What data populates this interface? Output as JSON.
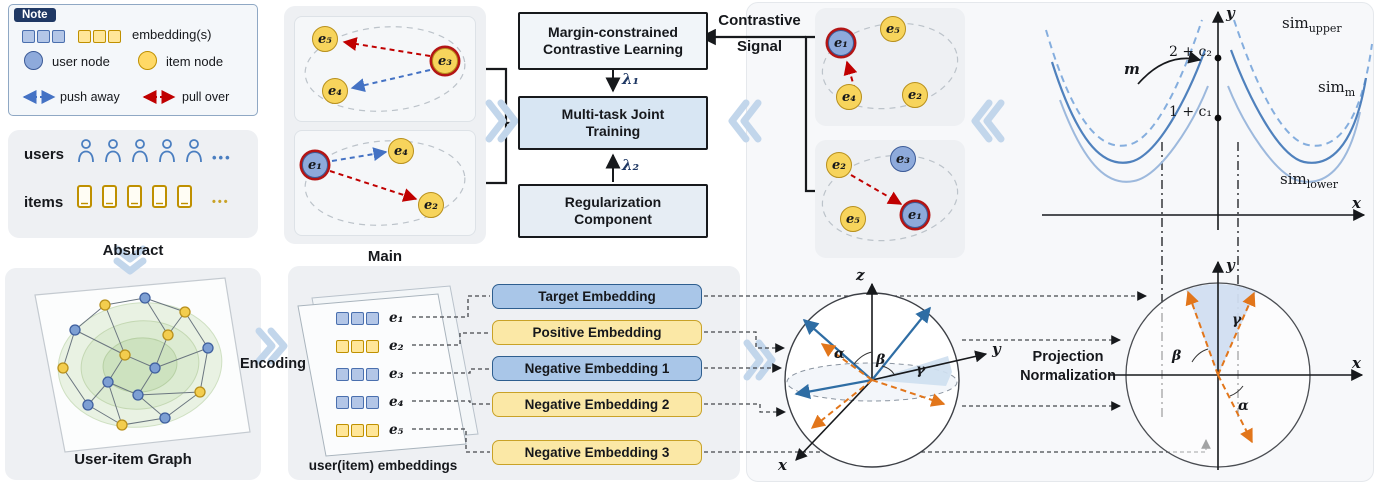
{
  "note": {
    "title": "Note",
    "embedding_label": "embedding(s)",
    "user_node_label": "user node",
    "item_node_label": "item node",
    "push_away_label": "push away",
    "pull_over_label": "pull over"
  },
  "abstract": {
    "users_label": "users",
    "items_label": "items",
    "caption": "Abstract"
  },
  "graph": {
    "caption": "User-item Graph"
  },
  "main": {
    "caption": "Main",
    "box_a_nodes": [
      {
        "label": "e₅"
      },
      {
        "label": "e₄"
      },
      {
        "label": "e₃"
      }
    ],
    "box_b_nodes": [
      {
        "label": "e₁"
      },
      {
        "label": "e₄"
      },
      {
        "label": "e₂"
      }
    ]
  },
  "flow": {
    "margin_box": "Margin-constrained Contrastive Learning",
    "joint_box": "Multi-task Joint Training",
    "reg_box": "Regularization Component",
    "lambda1": "λ₁",
    "lambda2": "λ₂",
    "contrastive_line1": "Contrastive",
    "contrastive_line2": "Signal"
  },
  "samples": {
    "box_a_nodes": [
      {
        "label": "e₁"
      },
      {
        "label": "e₅"
      },
      {
        "label": "e₄"
      },
      {
        "label": "e₂"
      }
    ],
    "box_b_nodes": [
      {
        "label": "e₂"
      },
      {
        "label": "e₃"
      },
      {
        "label": "e₅"
      },
      {
        "label": "e₁"
      }
    ]
  },
  "encoding": {
    "caption": "Encoding",
    "sheet_caption": "user(item) embeddings",
    "rows": [
      {
        "label": "e₁"
      },
      {
        "label": "e₂"
      },
      {
        "label": "e₃"
      },
      {
        "label": "e₄"
      },
      {
        "label": "e₅"
      }
    ],
    "boxes": [
      {
        "label": "Target Embedding",
        "color": "blue"
      },
      {
        "label": "Positive Embedding",
        "color": "yellow"
      },
      {
        "label": "Negative Embedding 1",
        "color": "blue"
      },
      {
        "label": "Negative Embedding 2",
        "color": "yellow"
      },
      {
        "label": "Negative Embedding 3",
        "color": "yellow"
      }
    ]
  },
  "sphere": {
    "axis_x": "x",
    "axis_y": "y",
    "axis_z": "z",
    "alpha": "α",
    "beta": "β",
    "gamma": "γ"
  },
  "projection": {
    "label": "Projection Normalization"
  },
  "plane": {
    "axis_x": "x",
    "axis_y": "y",
    "alpha": "α",
    "beta": "β",
    "gamma": "γ"
  },
  "curves": {
    "axis_x": "x",
    "axis_y": "y",
    "sim": "sim",
    "upper_sub": "upper",
    "m_sub": "m",
    "lower_sub": "lower",
    "upper_point": "2 + c₂",
    "lower_point": "1 + c₁",
    "margin": "m"
  },
  "colors": {
    "user_node": "#8eaadb",
    "item_node": "#f7d45c",
    "target_ring": "#b31515",
    "push_away": "#4472c4",
    "pull_over": "#c00000",
    "chevron": "#c2d6eb",
    "embedding_blue": "#a9c6e8",
    "embedding_yellow": "#fbe8a6"
  }
}
